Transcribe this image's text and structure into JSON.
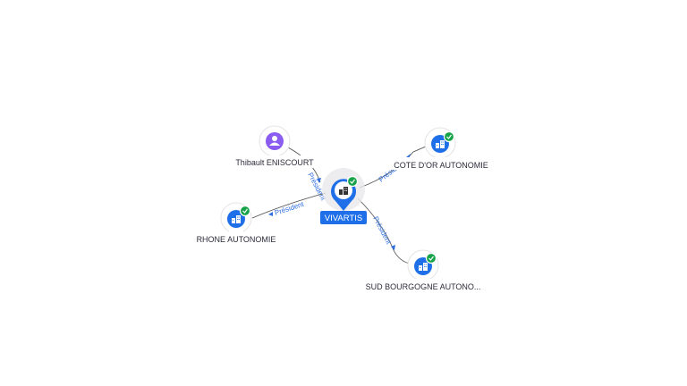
{
  "center": {
    "label": "VIVARTIS",
    "icon": "building-icon",
    "verified": true
  },
  "nodes": [
    {
      "id": "thibault",
      "label": "Thibault ENISCOURT",
      "icon": "person-icon",
      "verified": false
    },
    {
      "id": "cote",
      "label": "COTE D'OR AUTONOMIE",
      "icon": "building-icon",
      "verified": true
    },
    {
      "id": "rhone",
      "label": "RHONE AUTONOMIE",
      "icon": "building-icon",
      "verified": true
    },
    {
      "id": "sud",
      "label": "SUD BOURGOGNE AUTONO...",
      "icon": "building-icon",
      "verified": true
    }
  ],
  "edges": [
    {
      "from": "thibault",
      "label": "Président"
    },
    {
      "to": "cote",
      "label": "Président"
    },
    {
      "to": "rhone",
      "label": "Président"
    },
    {
      "to": "sud",
      "label": "Président"
    }
  ],
  "colors": {
    "accent": "#1f6fe8",
    "person": "#8a5cf0",
    "verified": "#16a34a",
    "edge_label": "#2f6fe0"
  }
}
